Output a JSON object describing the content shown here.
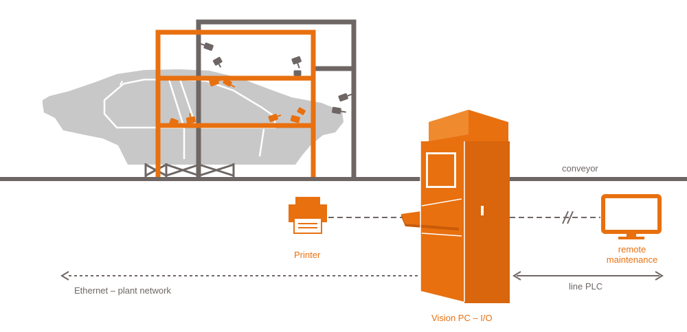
{
  "labels": {
    "conveyor": "conveyor",
    "printer": "Printer",
    "remote_maintenance_line1": "remote",
    "remote_maintenance_line2": "maintenance",
    "line_plc": "line PLC",
    "ethernet": "Ethernet – plant network",
    "vision_pc": "Vision PC – I/O"
  },
  "colors": {
    "accent": "#e8700f",
    "structure": "#6e6664",
    "car_body": "#c8c8c8",
    "background": "#ffffff"
  },
  "icons": {
    "printer": "printer-icon",
    "monitor": "monitor-icon",
    "camera": "camera-icon",
    "cabinet": "control-cabinet"
  }
}
